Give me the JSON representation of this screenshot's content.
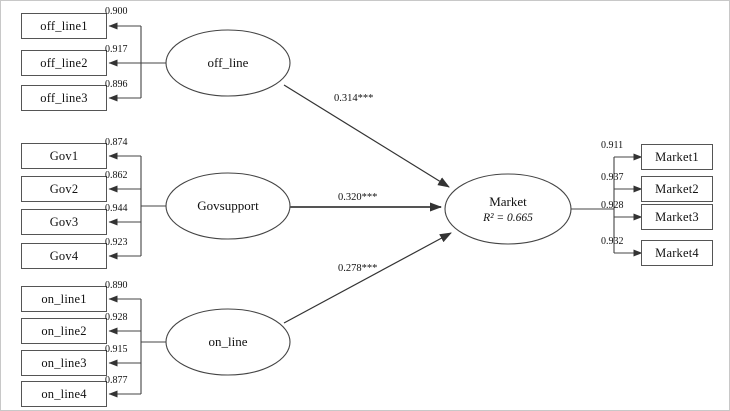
{
  "diagram": {
    "title": "Structural equation model path diagram",
    "type": "sem-path-diagram",
    "stroke_color": "#444444",
    "box_border_color": "#555555",
    "background": "#ffffff"
  },
  "latent_variables": [
    {
      "id": "off_line",
      "label": "off_line"
    },
    {
      "id": "Govsupport",
      "label": "Govsupport"
    },
    {
      "id": "on_line",
      "label": "on_line"
    },
    {
      "id": "Market",
      "label": "Market",
      "r2_label": "R² = 0.665",
      "r2_value": 0.665
    }
  ],
  "indicator_groups": [
    {
      "latent": "off_line",
      "side": "left",
      "indicators": [
        {
          "label": "off_line1",
          "loading": "0.900"
        },
        {
          "label": "off_line2",
          "loading": "0.917"
        },
        {
          "label": "off_line3",
          "loading": "0.896"
        }
      ]
    },
    {
      "latent": "Govsupport",
      "side": "left",
      "indicators": [
        {
          "label": "Gov1",
          "loading": "0.874"
        },
        {
          "label": "Gov2",
          "loading": "0.862"
        },
        {
          "label": "Gov3",
          "loading": "0.944"
        },
        {
          "label": "Gov4",
          "loading": "0.923"
        }
      ]
    },
    {
      "latent": "on_line",
      "side": "left",
      "indicators": [
        {
          "label": "on_line1",
          "loading": "0.890"
        },
        {
          "label": "on_line2",
          "loading": "0.928"
        },
        {
          "label": "on_line3",
          "loading": "0.915"
        },
        {
          "label": "on_line4",
          "loading": "0.877"
        }
      ]
    },
    {
      "latent": "Market",
      "side": "right",
      "indicators": [
        {
          "label": "Market1",
          "loading": "0.911"
        },
        {
          "label": "Market2",
          "loading": "0.937"
        },
        {
          "label": "Market3",
          "loading": "0.928"
        },
        {
          "label": "Market4",
          "loading": "0.932"
        }
      ]
    }
  ],
  "structural_paths": [
    {
      "from": "off_line",
      "to": "Market",
      "coefficient": "0.314",
      "significance": "***",
      "label": "0.314***"
    },
    {
      "from": "Govsupport",
      "to": "Market",
      "coefficient": "0.320",
      "significance": "***",
      "label": "0.320***"
    },
    {
      "from": "on_line",
      "to": "Market",
      "coefficient": "0.278",
      "significance": "***",
      "label": "0.278***"
    }
  ]
}
